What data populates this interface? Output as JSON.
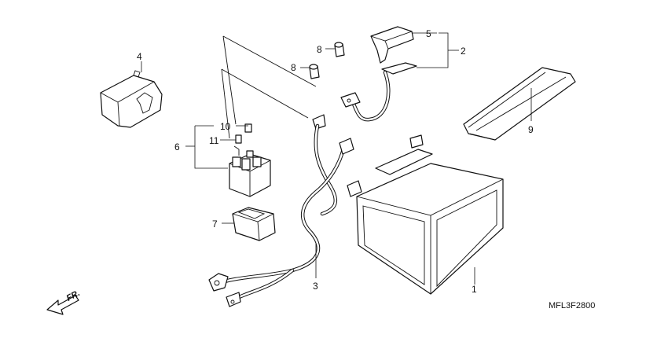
{
  "diagram": {
    "drawing_code": "MFL3F2800",
    "direction_label": "FR.",
    "callouts": [
      {
        "id": "1",
        "text": "1"
      },
      {
        "id": "2",
        "text": "2"
      },
      {
        "id": "3",
        "text": "3"
      },
      {
        "id": "4",
        "text": "4"
      },
      {
        "id": "5",
        "text": "5"
      },
      {
        "id": "6",
        "text": "6"
      },
      {
        "id": "7",
        "text": "7"
      },
      {
        "id": "8a",
        "text": "8"
      },
      {
        "id": "8b",
        "text": "8"
      },
      {
        "id": "9",
        "text": "9"
      },
      {
        "id": "10",
        "text": "10"
      },
      {
        "id": "11",
        "text": "11"
      }
    ]
  }
}
